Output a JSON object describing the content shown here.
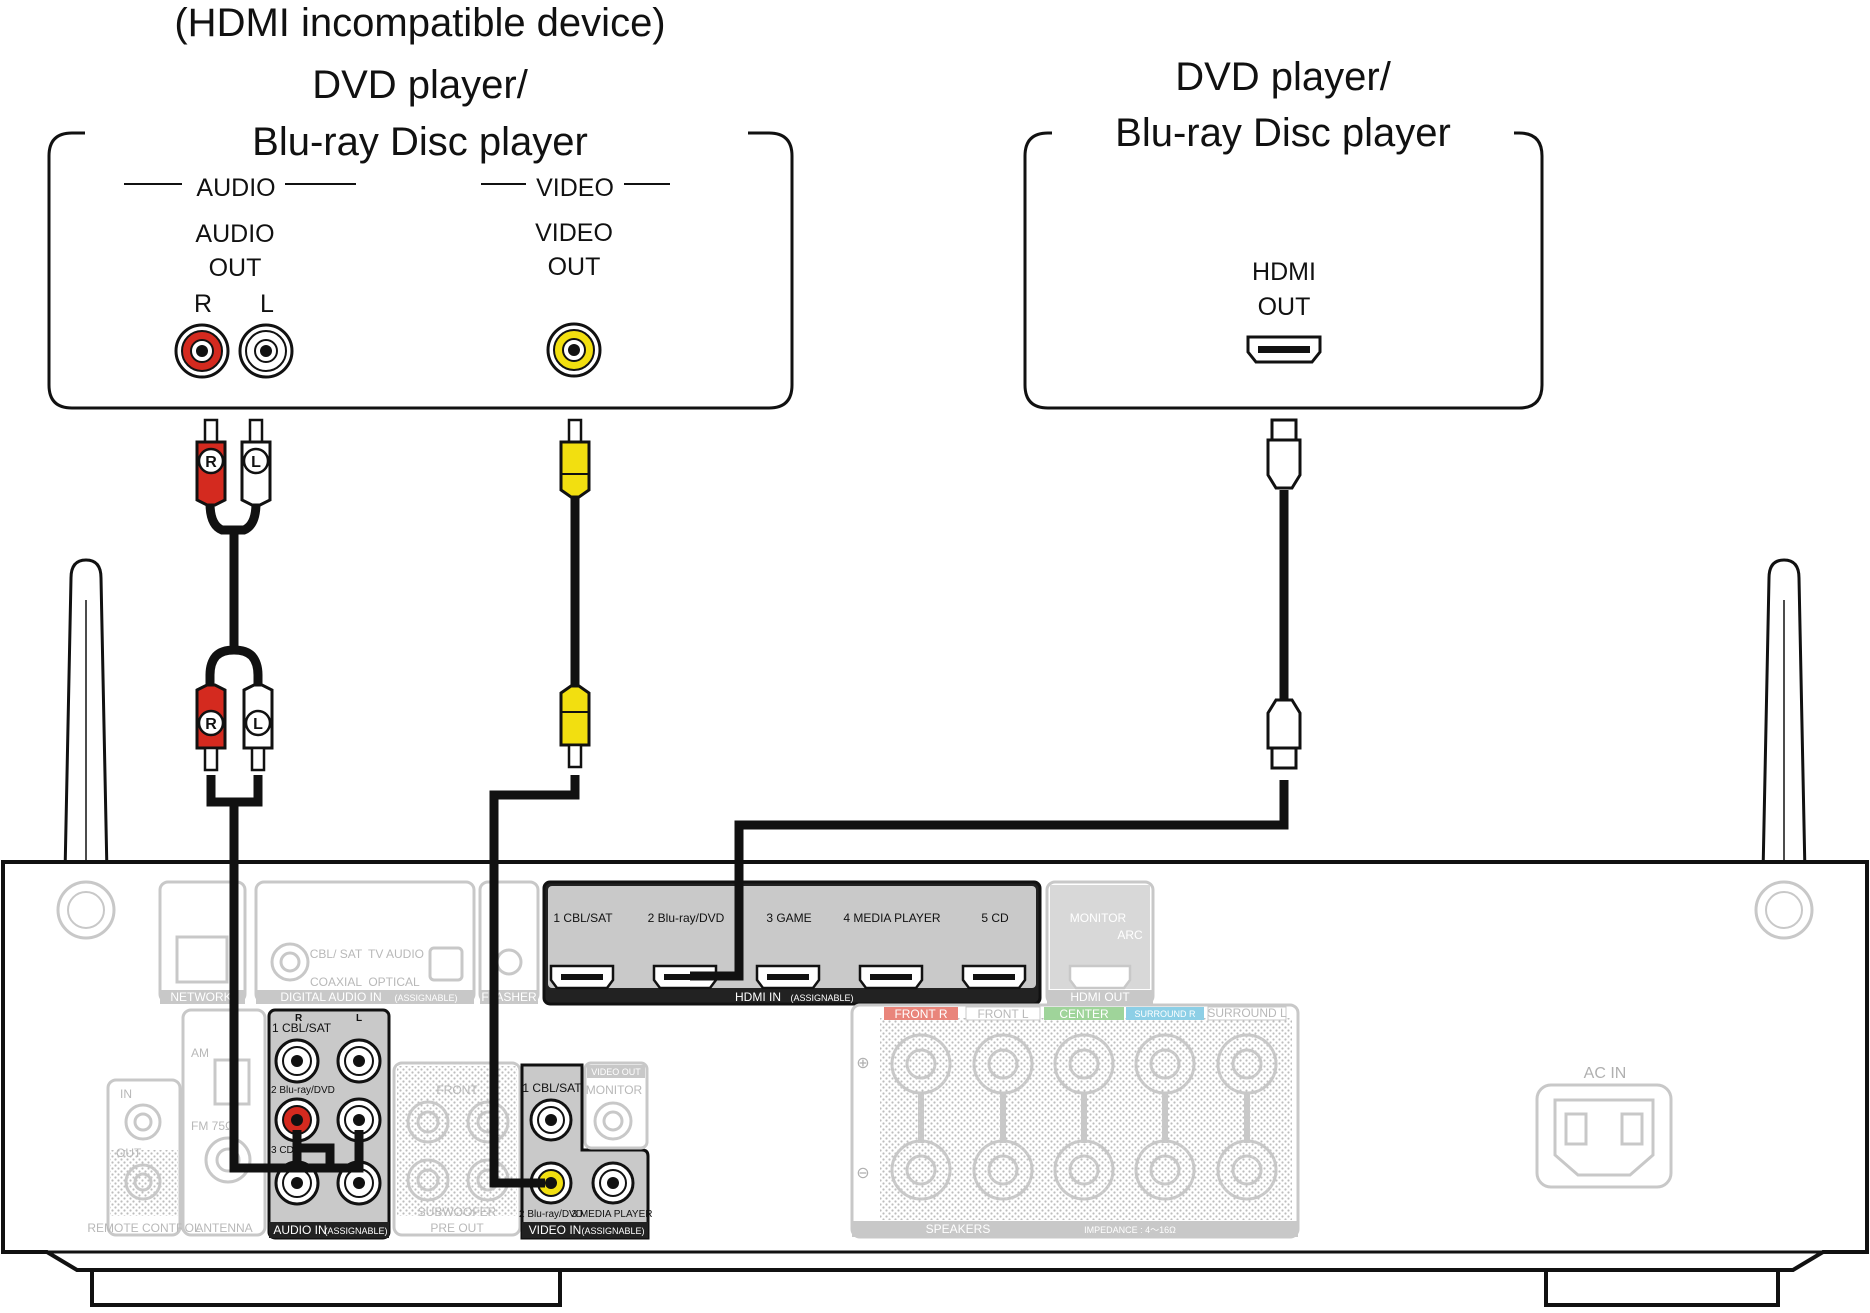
{
  "left_device": {
    "caption_line1": "(HDMI incompatible device)",
    "caption_line2": "DVD player/",
    "caption_line3": "Blu-ray Disc player",
    "audio_section": "AUDIO",
    "video_section": "VIDEO",
    "audio_out_line1": "AUDIO",
    "audio_out_line2": "OUT",
    "channel_r": "R",
    "channel_l": "L",
    "video_out_line1": "VIDEO",
    "video_out_line2": "OUT"
  },
  "right_device": {
    "caption_line1": "DVD player/",
    "caption_line2": "Blu-ray Disc player",
    "hdmi_out_line1": "HDMI",
    "hdmi_out_line2": "OUT"
  },
  "plugs": {
    "r": "R",
    "l": "L"
  },
  "receiver": {
    "hdmi_in_inputs": [
      "1 CBL/SAT",
      "2 Blu-ray/DVD",
      "3 GAME",
      "4 MEDIA PLAYER",
      "5 CD"
    ],
    "hdmi_in_label": "HDMI IN",
    "assignable": "(ASSIGNABLE)",
    "monitor": "MONITOR",
    "arc": "ARC",
    "hdmi_out_label": "HDMI OUT",
    "network": "NETWORK",
    "digital_audio_in": "DIGITAL AUDIO IN",
    "coaxial": "COAXIAL",
    "optical": "OPTICAL",
    "cbl_sat_small": "CBL/ SAT",
    "tv_audio_small": "TV AUDIO",
    "flasher": "FLASHER",
    "remote_in": "IN",
    "remote_out": "OUT",
    "remote_control": "REMOTE CONTROL",
    "am": "AM",
    "fm": "FM 75Ω",
    "antenna": "ANTENNA",
    "audio_in_cbl_sat": "1 CBL/SAT",
    "audio_in_bluray": "2 Blu-ray/DVD",
    "audio_in_cd": "3 CD",
    "audio_in_r": "R",
    "audio_in_l": "L",
    "audio_in_label": "AUDIO IN",
    "front": "FRONT",
    "subwoofer": "SUBWOOFER",
    "pre_out": "PRE OUT",
    "video_in_cbl_sat": "1 CBL/SAT",
    "video_in_bluray": "2 Blu-ray/DVD",
    "video_in_media": "3 MEDIA PLAYER",
    "video_in_label": "VIDEO IN",
    "video_out": "VIDEO OUT",
    "video_monitor": "MONITOR",
    "spk_front_r": "FRONT R",
    "spk_front_l": "FRONT L",
    "spk_center": "CENTER",
    "spk_surround_r": "SURROUND R",
    "spk_surround_l": "SURROUND L",
    "speakers": "SPEAKERS",
    "impedance": "IMPEDANCE : 4～16Ω",
    "ac_in": "AC IN"
  },
  "colors": {
    "red_jack": "#d42a1f",
    "white_jack": "#ffffff",
    "yellow_jack": "#f2df10",
    "cable": "#111111",
    "front_r_label": "#e9857b",
    "center_label": "#9fd49a",
    "surround_label": "#8dcfe6"
  }
}
